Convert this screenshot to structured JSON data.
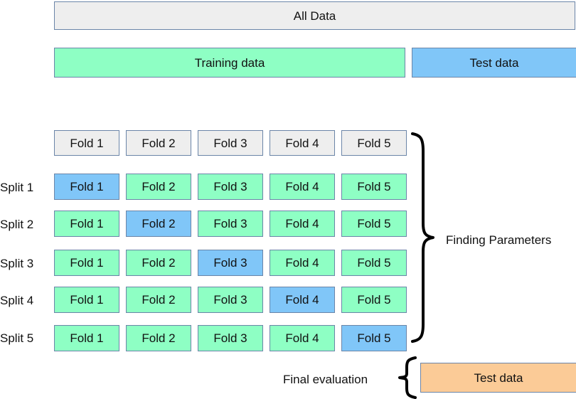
{
  "diagram": {
    "title_bar": {
      "label": "All Data"
    },
    "split_bars": [
      {
        "label": "Training data",
        "kind": "training"
      },
      {
        "label": "Test data",
        "kind": "test"
      }
    ],
    "header_row": {
      "folds": [
        "Fold 1",
        "Fold 2",
        "Fold 3",
        "Fold 4",
        "Fold 5"
      ]
    },
    "splits": [
      {
        "label": "Split 1",
        "cells": [
          {
            "label": "Fold 1",
            "role": "validation"
          },
          {
            "label": "Fold 2",
            "role": "training"
          },
          {
            "label": "Fold 3",
            "role": "training"
          },
          {
            "label": "Fold 4",
            "role": "training"
          },
          {
            "label": "Fold 5",
            "role": "training"
          }
        ]
      },
      {
        "label": "Split 2",
        "cells": [
          {
            "label": "Fold 1",
            "role": "training"
          },
          {
            "label": "Fold 2",
            "role": "validation"
          },
          {
            "label": "Fold 3",
            "role": "training"
          },
          {
            "label": "Fold 4",
            "role": "training"
          },
          {
            "label": "Fold 5",
            "role": "training"
          }
        ]
      },
      {
        "label": "Split 3",
        "cells": [
          {
            "label": "Fold 1",
            "role": "training"
          },
          {
            "label": "Fold 2",
            "role": "training"
          },
          {
            "label": "Fold 3",
            "role": "validation"
          },
          {
            "label": "Fold 4",
            "role": "training"
          },
          {
            "label": "Fold 5",
            "role": "training"
          }
        ]
      },
      {
        "label": "Split 4",
        "cells": [
          {
            "label": "Fold 1",
            "role": "training"
          },
          {
            "label": "Fold 2",
            "role": "training"
          },
          {
            "label": "Fold 3",
            "role": "training"
          },
          {
            "label": "Fold 4",
            "role": "validation"
          },
          {
            "label": "Fold 5",
            "role": "training"
          }
        ]
      },
      {
        "label": "Split 5",
        "cells": [
          {
            "label": "Fold 1",
            "role": "training"
          },
          {
            "label": "Fold 2",
            "role": "training"
          },
          {
            "label": "Fold 3",
            "role": "training"
          },
          {
            "label": "Fold 4",
            "role": "training"
          },
          {
            "label": "Fold 5",
            "role": "validation"
          }
        ]
      }
    ],
    "annotations": {
      "finding_parameters": "Finding Parameters",
      "final_evaluation": "Final evaluation"
    },
    "final_bar": {
      "label": "Test data"
    },
    "colors": {
      "all_data": "#eeeeee",
      "training": "#8effc4",
      "validation": "#80c6f8",
      "test": "#80c6f8",
      "final_test": "#fbcb97",
      "border": "#6b85a8",
      "brace": "#000000",
      "text": "#111111"
    }
  }
}
